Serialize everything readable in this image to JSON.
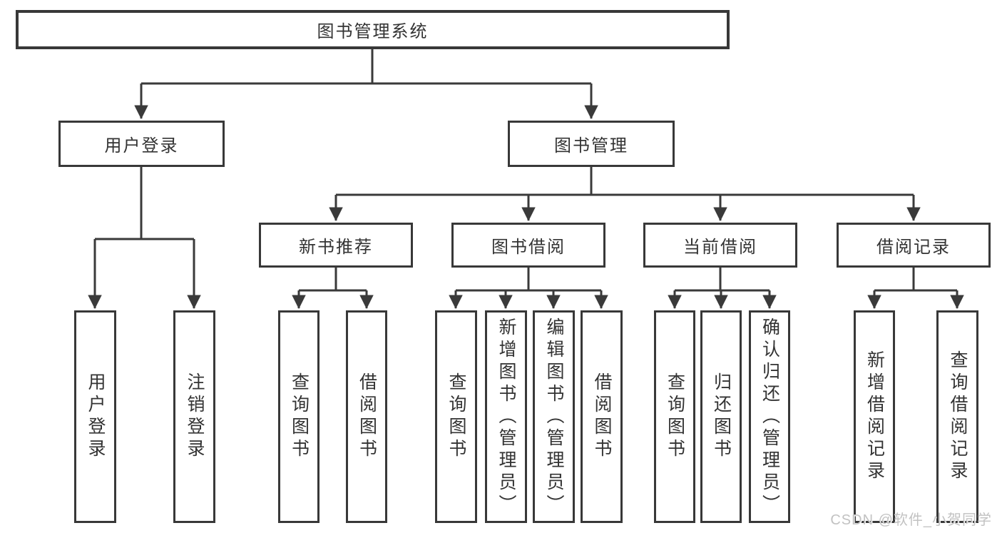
{
  "diagram": {
    "nodes": {
      "root": "图书管理系统",
      "user_login": "用户登录",
      "book_mgmt": "图书管理",
      "new_book": "新书推荐",
      "book_borrow": "图书借阅",
      "current_borrow": "当前借阅",
      "borrow_record": "借阅记录",
      "leaf_user_login": "用户登录",
      "leaf_logout": "注销登录",
      "leaf_nb_query": "查询图书",
      "leaf_nb_borrow": "借阅图书",
      "leaf_bb_query": "查询图书",
      "leaf_bb_add": "新增图书（管理员）",
      "leaf_bb_edit": "编辑图书（管理员）",
      "leaf_bb_borrow": "借阅图书",
      "leaf_cb_query": "查询图书",
      "leaf_cb_return": "归还图书",
      "leaf_cb_confirm": "确认归还（管理员）",
      "leaf_br_add": "新增借阅记录",
      "leaf_br_query": "查询借阅记录"
    }
  },
  "watermark": {
    "text": "CSDN @软件_小贺同学"
  },
  "colors": {
    "line": "#3a3a3a",
    "box_border": "#383838",
    "text": "#333333",
    "watermark": "#c2c2c2",
    "background": "#ffffff"
  }
}
